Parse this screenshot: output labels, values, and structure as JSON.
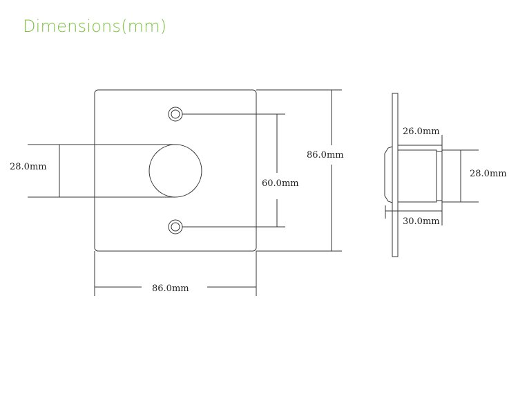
{
  "title": "Dimensions(mm)",
  "front_view": {
    "width_label": "86.0mm",
    "height_label": "86.0mm",
    "hole_spacing_label": "60.0mm",
    "button_diameter_label": "28.0mm"
  },
  "side_view": {
    "body_length_label": "26.0mm",
    "total_length_label": "30.0mm",
    "body_diameter_label": "28.0mm"
  },
  "colors": {
    "title": "#7dc242",
    "lines": "#333333"
  }
}
